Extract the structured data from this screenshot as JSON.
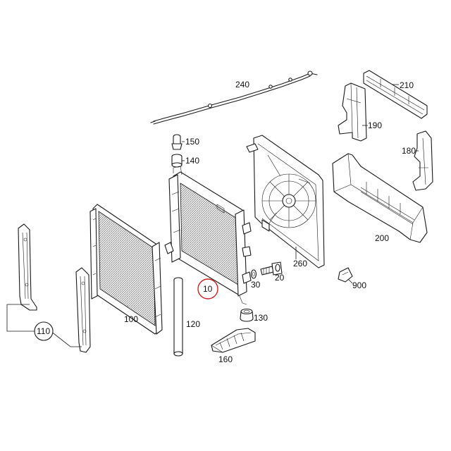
{
  "labels": {
    "p10": "10",
    "p20": "20",
    "p30": "30",
    "p100": "100",
    "p110": "110",
    "p120": "120",
    "p130": "130",
    "p140": "140",
    "p150": "150",
    "p160": "160",
    "p180": "180",
    "p190": "190",
    "p200": "200",
    "p210": "210",
    "p240": "240",
    "p260": "260",
    "p900": "900"
  },
  "colors": {
    "line": "#1a1a1a",
    "background": "#ffffff",
    "highlight": "#cc2222"
  },
  "highlighted_part": "10"
}
